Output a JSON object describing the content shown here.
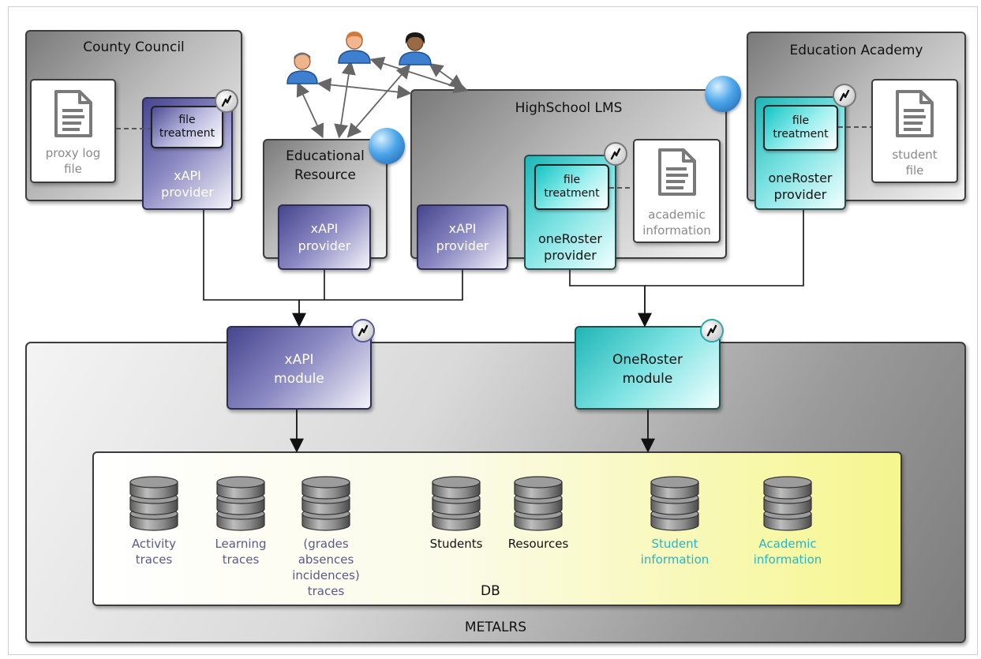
{
  "orgs": {
    "county": "County Council",
    "academy": "Education Academy",
    "lms": "HighSchool LMS",
    "edu_resource_1": "Educational",
    "edu_resource_2": "Resource"
  },
  "docs": {
    "proxy_1": "proxy log",
    "proxy_2": "file",
    "student_1": "student",
    "student_2": "file",
    "academic_1": "academic",
    "academic_2": "information"
  },
  "modules": {
    "xapi_1": "xAPI",
    "provider": "provider",
    "oneroster_1": "oneRoster",
    "file_1": "file",
    "treatment": "treatment",
    "xapi_module_2": "module",
    "oneroster_module_1": "OneRoster",
    "oneroster_module_2": "module"
  },
  "db": {
    "title": "DB",
    "items": [
      {
        "lines": [
          "Activity",
          "traces"
        ],
        "color": "#5a5a8a"
      },
      {
        "lines": [
          "Learning",
          "traces"
        ],
        "color": "#5a5a8a"
      },
      {
        "lines": [
          "(grades",
          "absences",
          "incidences)",
          "traces"
        ],
        "color": "#5a5a8a"
      },
      {
        "lines": [
          "Students"
        ],
        "color": "#111111"
      },
      {
        "lines": [
          "Resources"
        ],
        "color": "#111111"
      },
      {
        "lines": [
          "Student",
          "information"
        ],
        "color": "#2ab5c4"
      },
      {
        "lines": [
          "Academic",
          "information"
        ],
        "color": "#2ab5c4"
      }
    ]
  },
  "system": "METALRS",
  "icons": {
    "badge": "plug-icon",
    "globe": "globe-icon",
    "document": "document-icon",
    "user": "user-icon",
    "database": "database-icon"
  },
  "colors": {
    "xapi": "#46458f",
    "oneroster": "#1fb5b5",
    "db_background": "#f7f79a"
  }
}
